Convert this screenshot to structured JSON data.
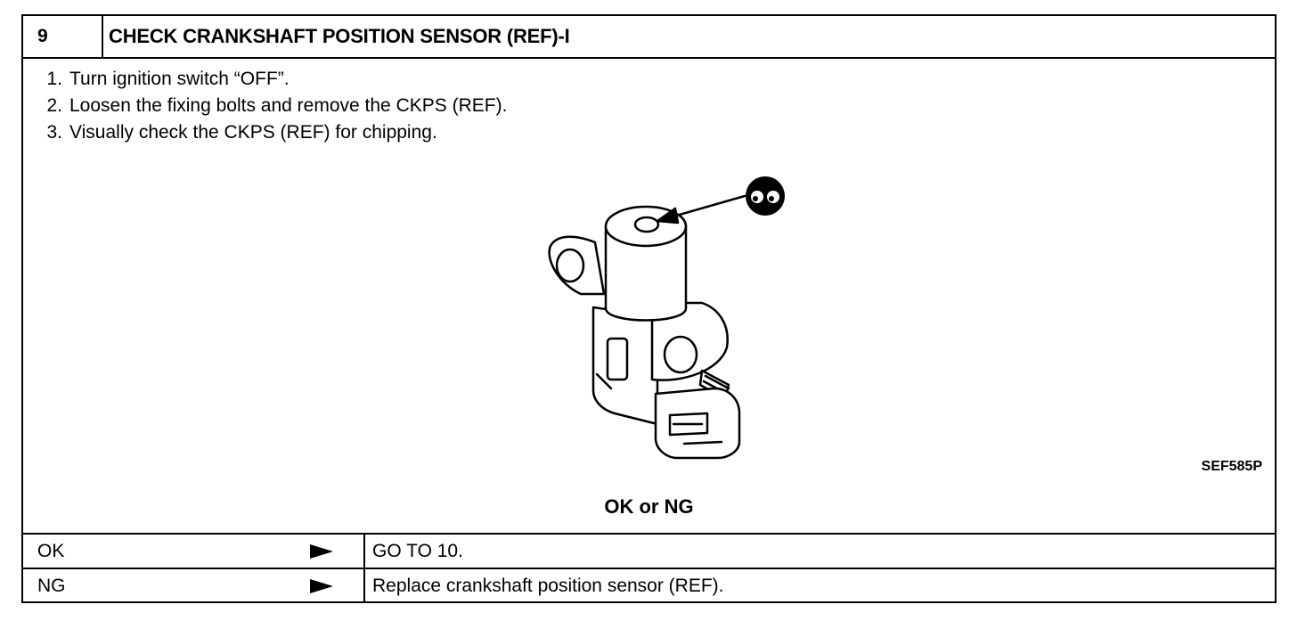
{
  "header": {
    "step": "9",
    "title": "CHECK CRANKSHAFT POSITION SENSOR (REF)-I"
  },
  "steps": [
    {
      "num": "1.",
      "text": "Turn ignition switch “OFF”."
    },
    {
      "num": "2.",
      "text": "Loosen the fixing bolts and remove the CKPS (REF)."
    },
    {
      "num": "3.",
      "text": "Visually check the CKPS (REF) for chipping."
    }
  ],
  "figure": {
    "code": "SEF585P",
    "icon": "inspect-eyes-icon"
  },
  "question": "OK or NG",
  "results": [
    {
      "label": "OK",
      "action": "GO TO 10."
    },
    {
      "label": "NG",
      "action": "Replace crankshaft position sensor (REF)."
    }
  ]
}
